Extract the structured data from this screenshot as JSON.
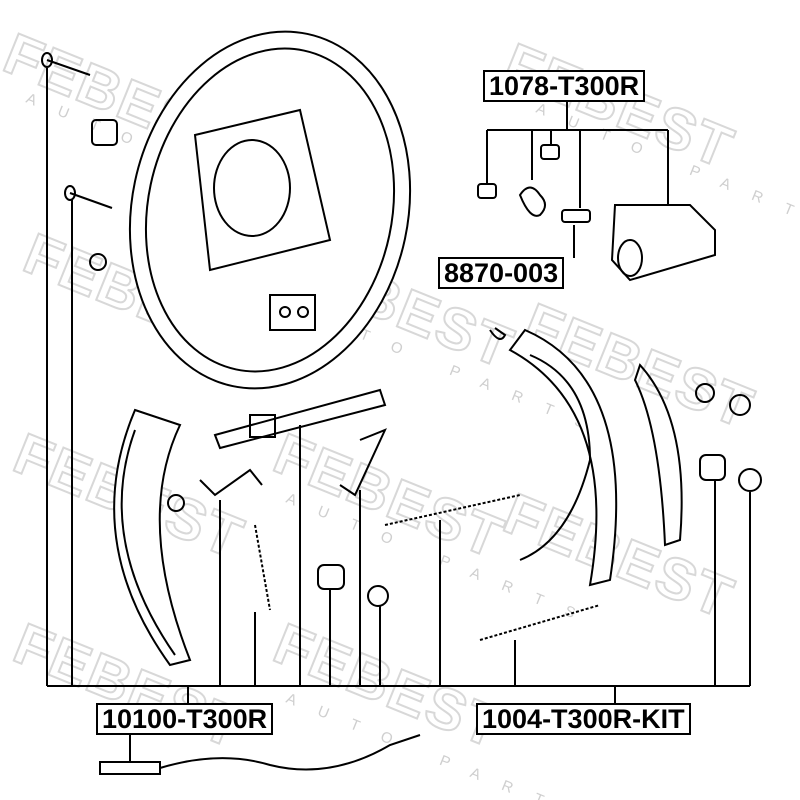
{
  "watermark": {
    "brand": "FEBEST",
    "tagline": "AUTO PARTS"
  },
  "labels": {
    "wheel_cylinder_kit": "1078-T300R",
    "bleeder_screw": "8870-003",
    "parking_brake_cable": "10100-T300R",
    "brake_shoe_kit": "1004-T300R-KIT"
  }
}
